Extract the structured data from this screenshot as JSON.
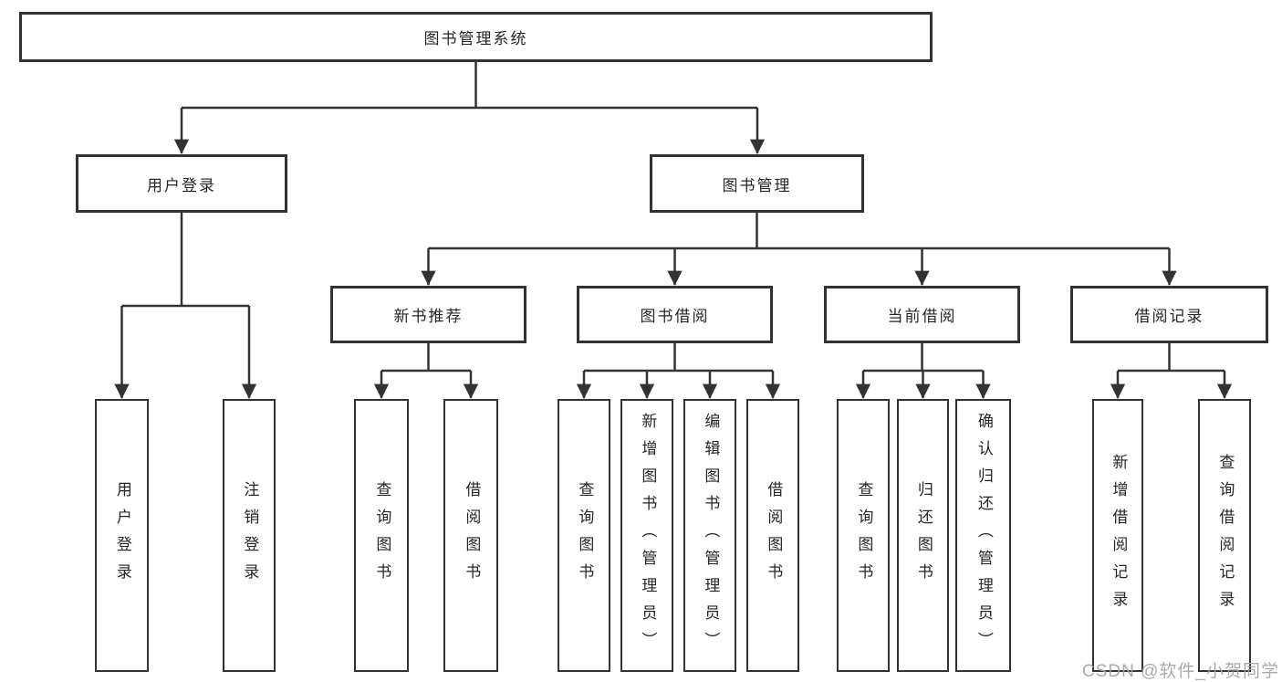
{
  "diagram": {
    "root": {
      "label": "图书管理系统"
    },
    "branches": [
      {
        "label": "用户登录",
        "children": [
          {
            "label": "用户登录"
          },
          {
            "label": "注销登录"
          }
        ]
      },
      {
        "label": "图书管理",
        "children": [
          {
            "label": "新书推荐",
            "children": [
              {
                "label": "查询图书"
              },
              {
                "label": "借阅图书"
              }
            ]
          },
          {
            "label": "图书借阅",
            "children": [
              {
                "label": "查询图书"
              },
              {
                "label": "新增图书（管理员）"
              },
              {
                "label": "编辑图书（管理员）"
              },
              {
                "label": "借阅图书"
              }
            ]
          },
          {
            "label": "当前借阅",
            "children": [
              {
                "label": "查询图书"
              },
              {
                "label": "归还图书"
              },
              {
                "label": "确认归还（管理员）"
              }
            ]
          },
          {
            "label": "借阅记录",
            "children": [
              {
                "label": "新增借阅记录"
              },
              {
                "label": "查询借阅记录"
              }
            ]
          }
        ]
      }
    ]
  },
  "watermark": {
    "text": "CSDN @软件_小贺同学"
  },
  "colors": {
    "line": "#333333",
    "text": "#262626",
    "watermark": "#a3a3a3",
    "background": "#ffffff"
  }
}
